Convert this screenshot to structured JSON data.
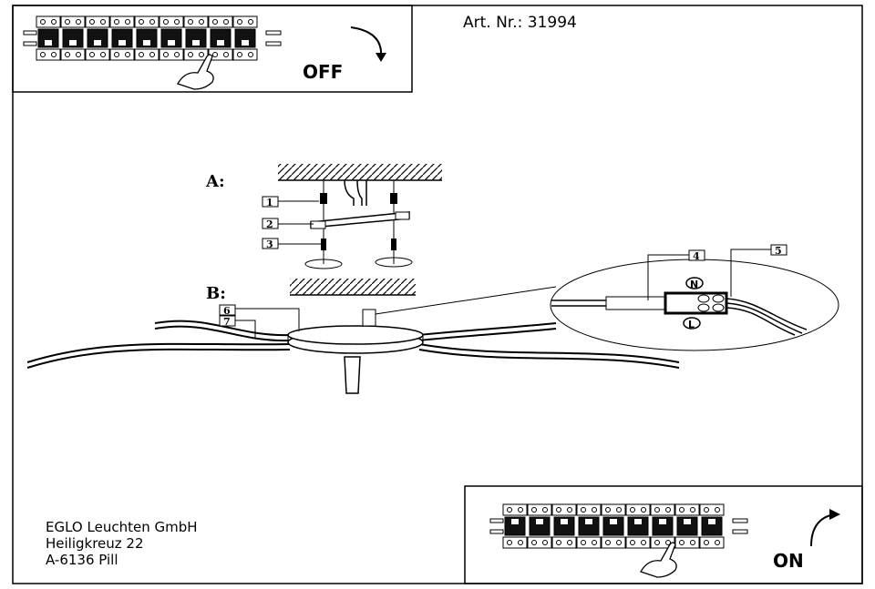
{
  "header": {
    "article_number": "Art. Nr.: 31994"
  },
  "power_off": {
    "label": "OFF"
  },
  "power_on": {
    "label": "ON"
  },
  "steps": {
    "a": "A:",
    "b": "B:"
  },
  "parts": [
    "1",
    "2",
    "3",
    "4",
    "5",
    "6",
    "7"
  ],
  "terminals": {
    "neutral": "N",
    "live": "L"
  },
  "manufacturer": {
    "name": "EGLO Leuchten GmbH",
    "street": "Heiligkreuz 22",
    "city": "A-6136 Pill"
  }
}
